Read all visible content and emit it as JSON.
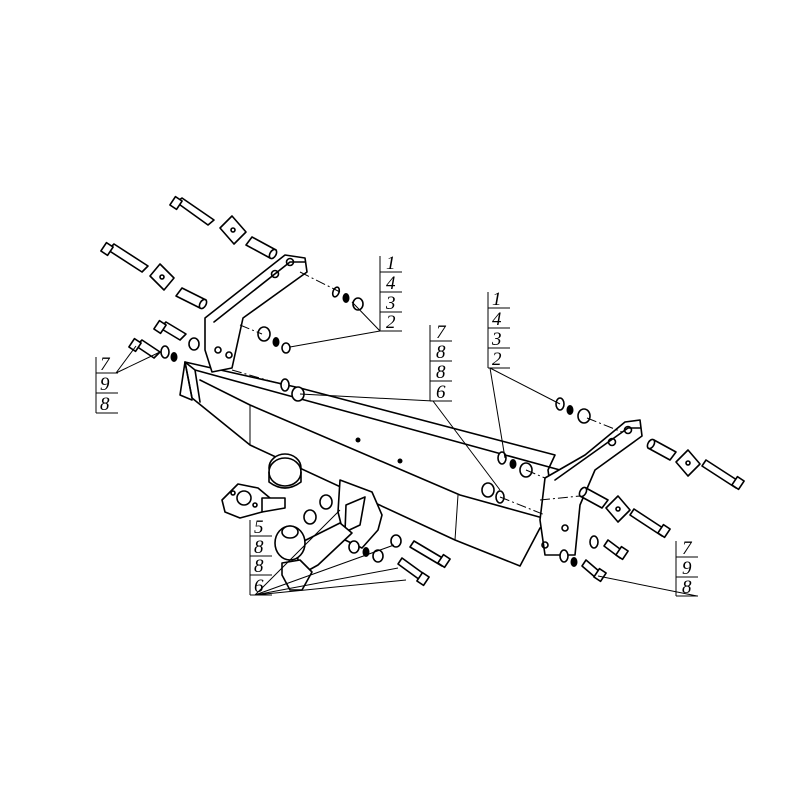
{
  "callouts": {
    "top_left": [
      "1",
      "4",
      "3",
      "2"
    ],
    "center": [
      "7",
      "8",
      "8",
      "6"
    ],
    "top_right": [
      "1",
      "4",
      "3",
      "2"
    ],
    "left": [
      "7",
      "9",
      "8"
    ],
    "bottom_left": [
      "5",
      "8",
      "8",
      "6"
    ],
    "bottom_right": [
      "7",
      "9",
      "8"
    ]
  },
  "colors": {
    "line": "#000000",
    "background": "#ffffff"
  }
}
